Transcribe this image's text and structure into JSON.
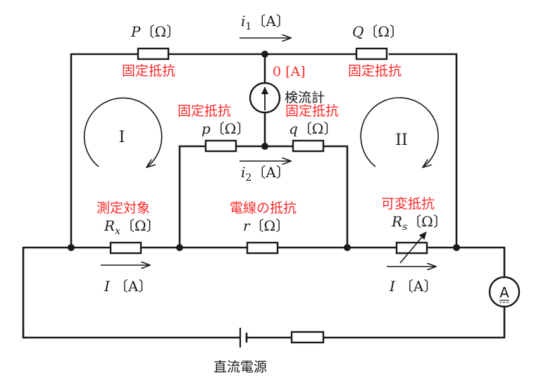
{
  "diagram": {
    "title": "Kelvin double bridge circuit",
    "components": {
      "P": {
        "symbol": "P",
        "unit": "〔Ω〕",
        "note": "固定抵抗"
      },
      "Q": {
        "symbol": "Q",
        "unit": "〔Ω〕",
        "note": "固定抵抗"
      },
      "p": {
        "symbol": "p",
        "unit": "〔Ω〕",
        "note": "固定抵抗"
      },
      "q": {
        "symbol": "q",
        "unit": "〔Ω〕",
        "note": "固定抵抗"
      },
      "Rx": {
        "symbol": "R",
        "sub": "x",
        "unit": "〔Ω〕",
        "note": "測定対象"
      },
      "r": {
        "symbol": "r",
        "unit": "〔Ω〕",
        "note": "電線の抵抗"
      },
      "Rs": {
        "symbol": "R",
        "sub": "s",
        "unit": "〔Ω〕",
        "note": "可変抵抗"
      },
      "galvanometer": {
        "label": "検流計",
        "current": "0 [A]"
      },
      "ammeter": {
        "label": "A"
      },
      "source": {
        "label": "直流電源"
      }
    },
    "currents": {
      "i1": {
        "symbol": "i",
        "sub": "1",
        "unit": "〔A〕"
      },
      "i2": {
        "symbol": "i",
        "sub": "2",
        "unit": "〔A〕"
      },
      "I_left": {
        "symbol": "I",
        "unit": "〔A〕"
      },
      "I_right": {
        "symbol": "I",
        "unit": "〔A〕"
      }
    },
    "loops": {
      "loop1": "I",
      "loop2": "II"
    },
    "colors": {
      "annotation": "#ff2a2a",
      "line": "#1a1a1a"
    }
  }
}
